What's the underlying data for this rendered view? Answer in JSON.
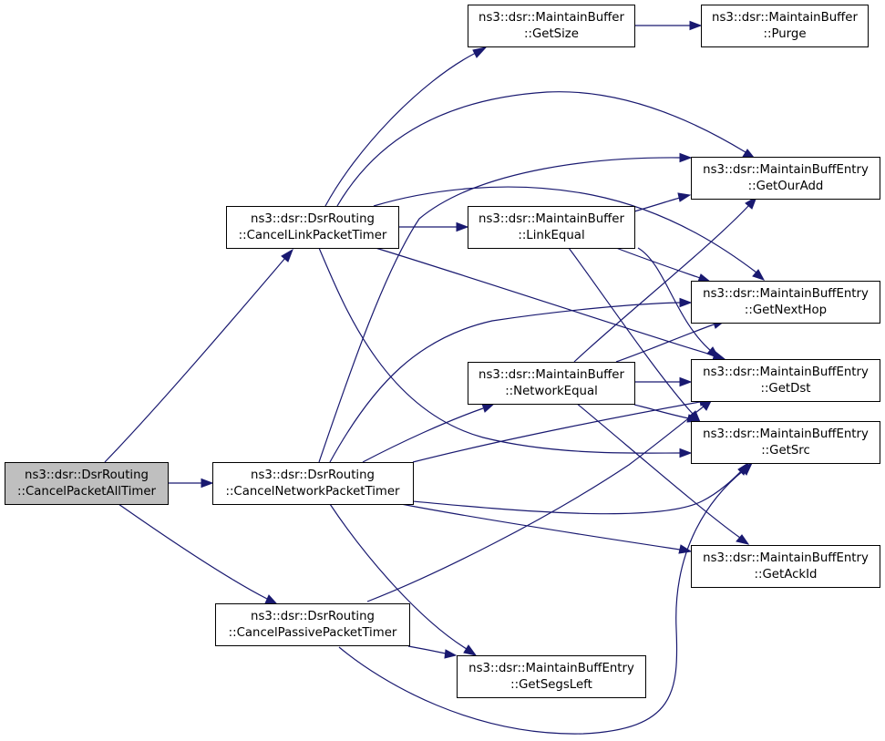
{
  "colors": {
    "edge": "#191970",
    "root_fill": "#bfbfbf",
    "node_fill": "#ffffff",
    "node_border": "#000000"
  },
  "nodes": {
    "cancel_packet_all_timer": {
      "line1": "ns3::dsr::DsrRouting",
      "line2": "::CancelPacketAllTimer"
    },
    "cancel_link_packet_timer": {
      "line1": "ns3::dsr::DsrRouting",
      "line2": "::CancelLinkPacketTimer"
    },
    "cancel_network_packet_timer": {
      "line1": "ns3::dsr::DsrRouting",
      "line2": "::CancelNetworkPacketTimer"
    },
    "cancel_passive_packet_timer": {
      "line1": "ns3::dsr::DsrRouting",
      "line2": "::CancelPassivePacketTimer"
    },
    "maintain_buffer_get_size": {
      "line1": "ns3::dsr::MaintainBuffer",
      "line2": "::GetSize"
    },
    "maintain_buffer_purge": {
      "line1": "ns3::dsr::MaintainBuffer",
      "line2": "::Purge"
    },
    "maintain_buffer_link_equal": {
      "line1": "ns3::dsr::MaintainBuffer",
      "line2": "::LinkEqual"
    },
    "maintain_buffer_network_equal": {
      "line1": "ns3::dsr::MaintainBuffer",
      "line2": "::NetworkEqual"
    },
    "entry_get_our_add": {
      "line1": "ns3::dsr::MaintainBuffEntry",
      "line2": "::GetOurAdd"
    },
    "entry_get_next_hop": {
      "line1": "ns3::dsr::MaintainBuffEntry",
      "line2": "::GetNextHop"
    },
    "entry_get_dst": {
      "line1": "ns3::dsr::MaintainBuffEntry",
      "line2": "::GetDst"
    },
    "entry_get_src": {
      "line1": "ns3::dsr::MaintainBuffEntry",
      "line2": "::GetSrc"
    },
    "entry_get_ack_id": {
      "line1": "ns3::dsr::MaintainBuffEntry",
      "line2": "::GetAckId"
    },
    "entry_get_segs_left": {
      "line1": "ns3::dsr::MaintainBuffEntry",
      "line2": "::GetSegsLeft"
    }
  }
}
